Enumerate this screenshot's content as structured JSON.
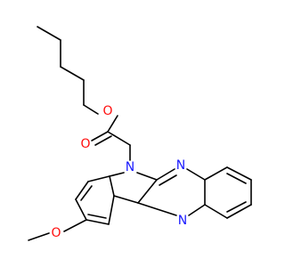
{
  "molecule": {
    "atoms": {
      "carbonyl_oxygen": "O",
      "ester_oxygen": "O",
      "methoxy_oxygen": "O",
      "indole_nitrogen": "N",
      "pyrazine_nitrogen_top": "N",
      "pyrazine_nitrogen_bottom": "N"
    }
  },
  "colors": {
    "bond": "#000000",
    "nitrogen": "#1a1aff",
    "oxygen": "#ff0d0d",
    "background": "#ffffff"
  }
}
